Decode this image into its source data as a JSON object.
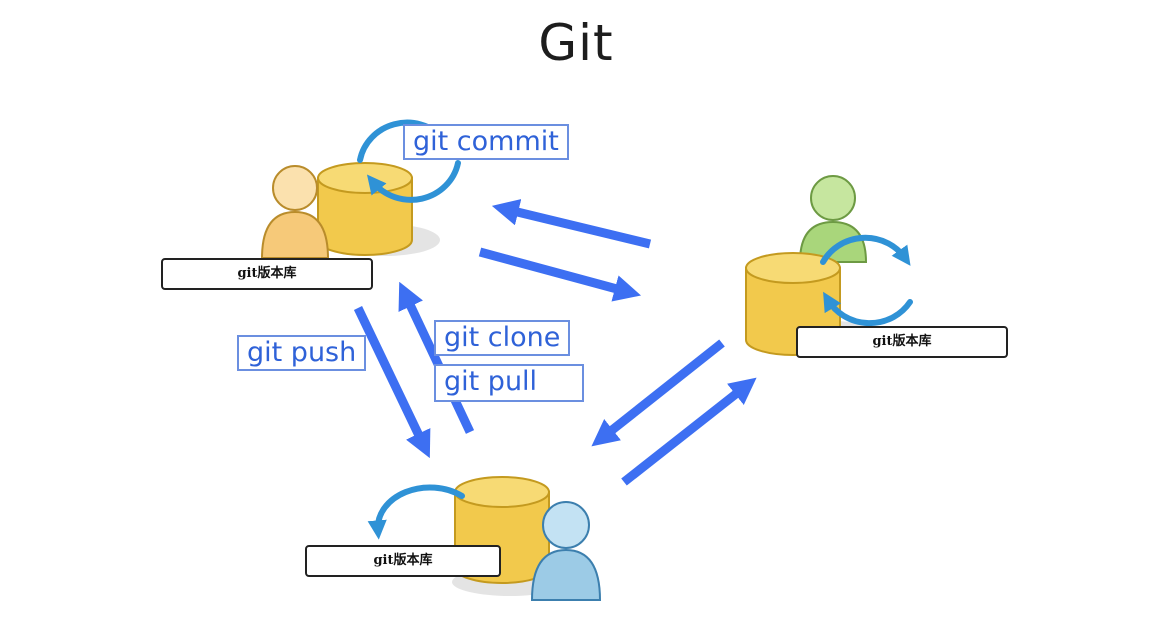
{
  "title": "Git",
  "commands": {
    "commit": "git commit",
    "push": "git push",
    "clone": "git clone",
    "pull": "git pull"
  },
  "repositories": {
    "top_left": "git版本库",
    "right": "git版本库",
    "bottom": "git版本库"
  },
  "colors": {
    "arrow": "#3d6ff2",
    "cycle": "#2f92d6",
    "database": "#f2c94c",
    "user_orange": "#f6c979",
    "user_green": "#a9d67b",
    "user_blue": "#9ccbe6"
  }
}
